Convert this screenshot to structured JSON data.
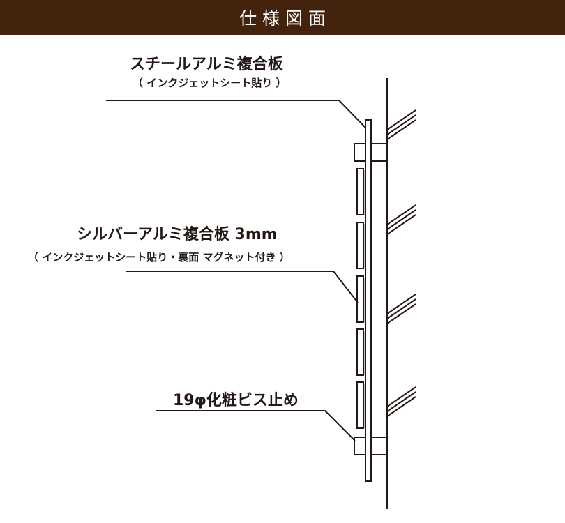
{
  "header": {
    "title": "仕様図面",
    "background_color": "#43230e",
    "text_color": "#ffffff"
  },
  "labels": {
    "steel_panel": {
      "title": "スチールアルミ複合板",
      "subtitle": "（ インクジェットシート貼り ）"
    },
    "silver_panel": {
      "title": "シルバーアルミ複合板 3mm",
      "subtitle": "（ インクジェットシート貼り・裏面 マグネット付き ）"
    },
    "screw": {
      "title": "19φ化粧ビス止め"
    }
  },
  "diagram": {
    "line_color": "#231815",
    "magnet_fill": "#ffffff",
    "magnet_shadow": "#c9c5c2",
    "wall_hatch_marks": 4,
    "magnet_count": 5
  }
}
